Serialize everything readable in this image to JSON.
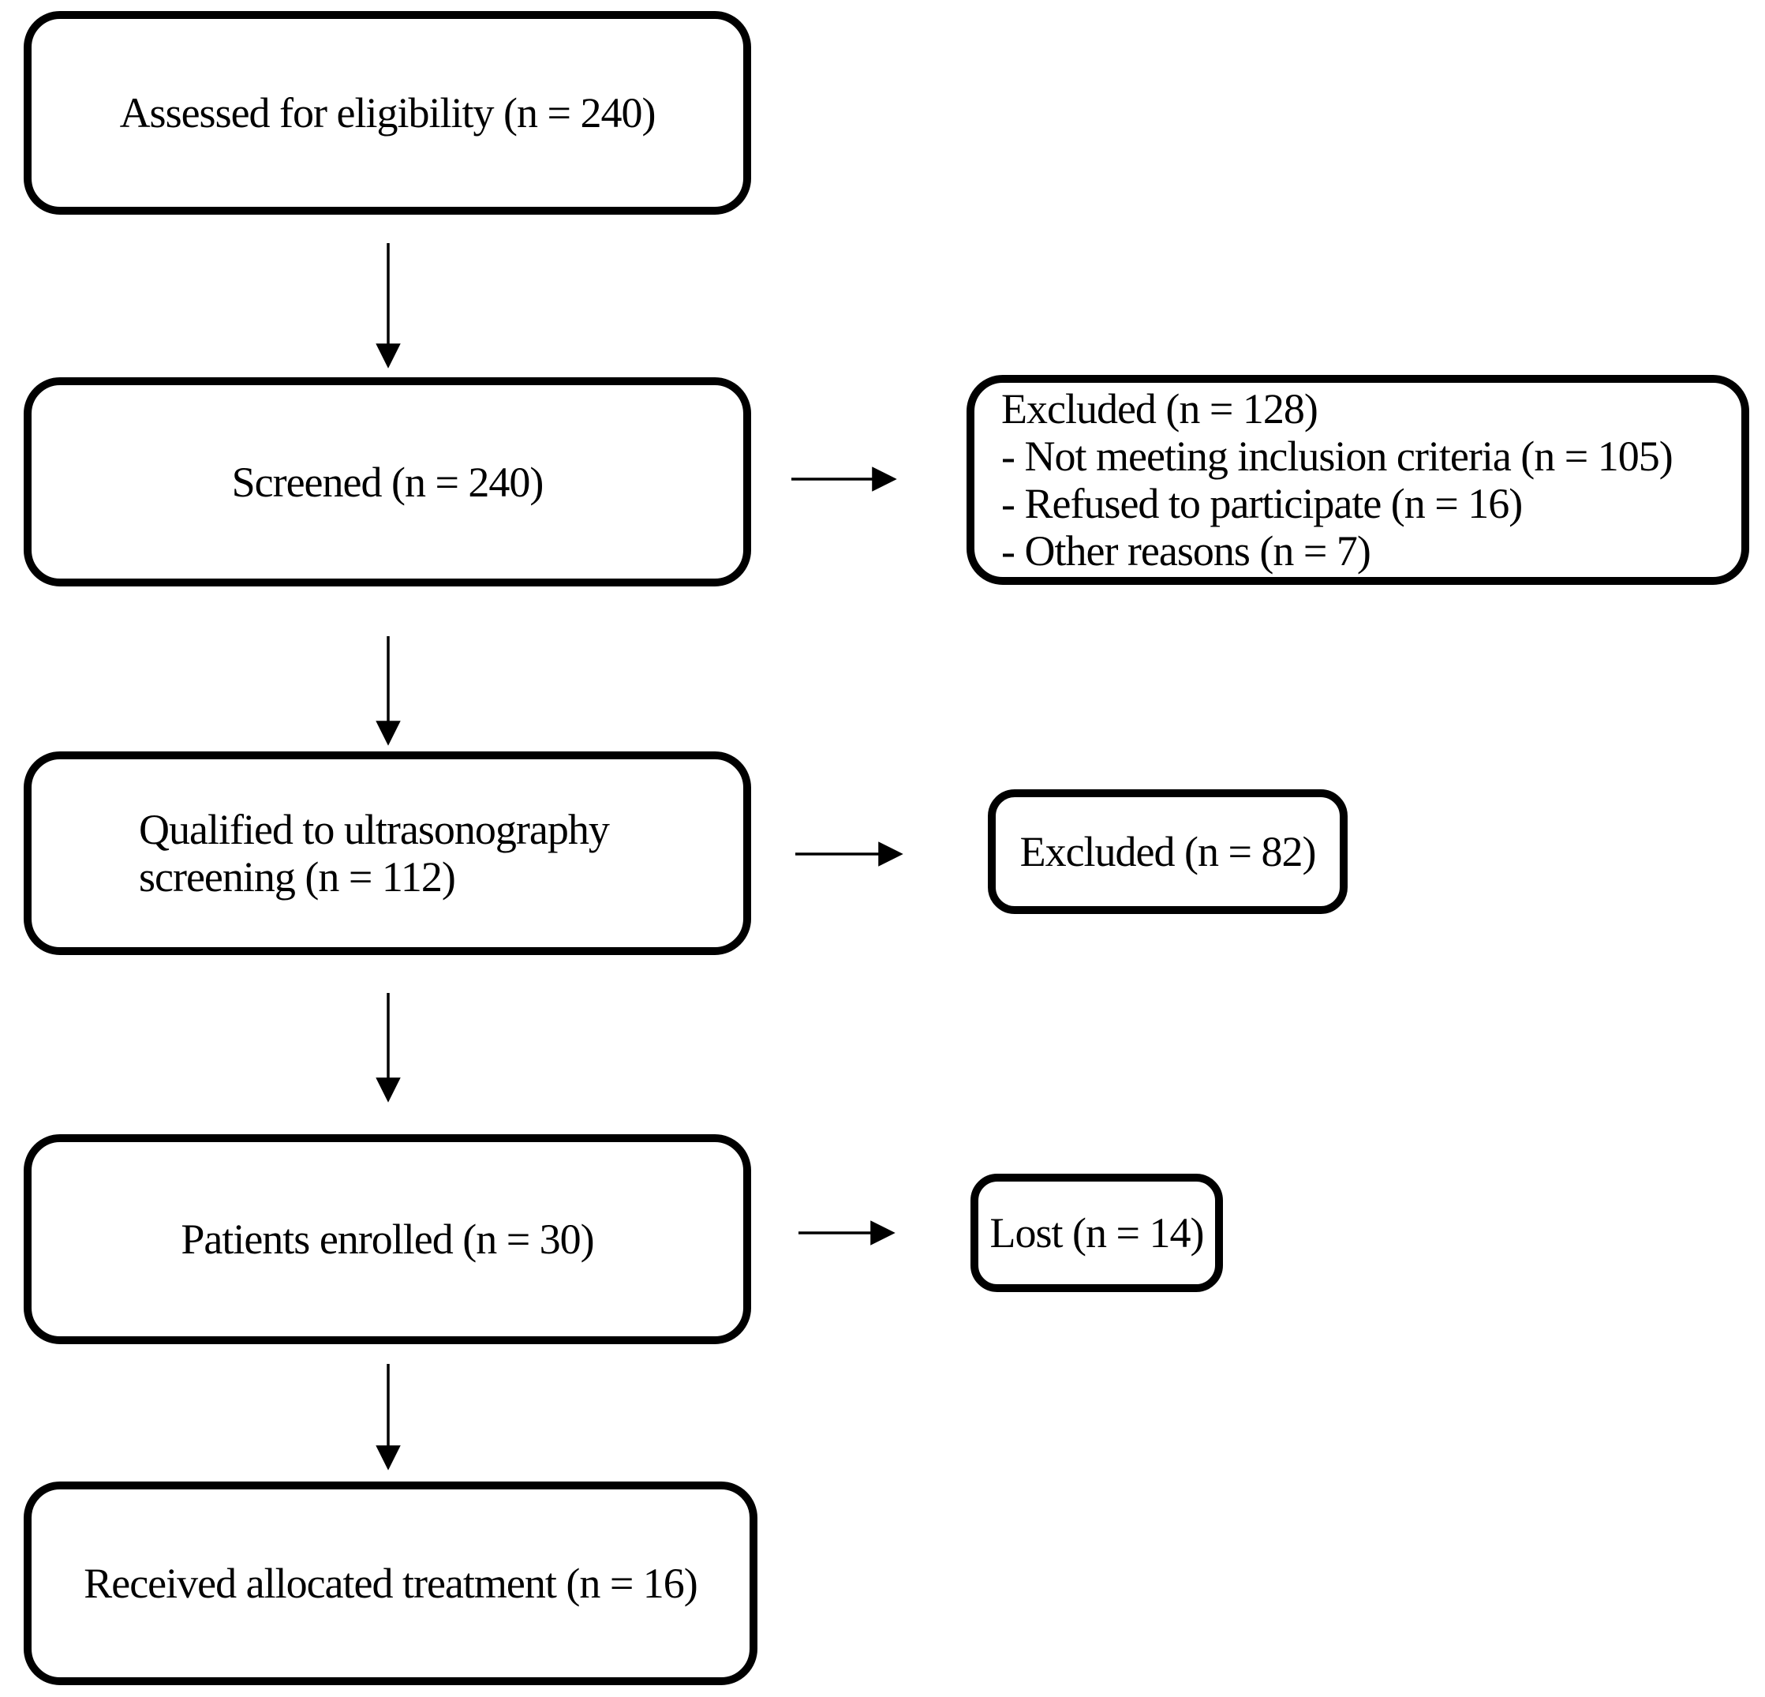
{
  "colors": {
    "ink": "#000000",
    "background": "#ffffff"
  },
  "flow": {
    "assessed": {
      "label": "Assessed for eligibility (n = 240)"
    },
    "screened": {
      "label": "Screened (n = 240)"
    },
    "excluded_after_screening": {
      "title": "Excluded (n = 128)",
      "reasons": [
        "- Not meeting inclusion criteria (n = 105)",
        "- Refused to participate (n = 16)",
        "- Other reasons (n = 7)"
      ]
    },
    "qualified": {
      "label": "Qualified to ultrasonography\nscreening (n = 112)"
    },
    "excluded_after_ultrasonography": {
      "label": "Excluded (n = 82)"
    },
    "enrolled": {
      "label": "Patients enrolled (n = 30)"
    },
    "lost": {
      "label": "Lost (n = 14)"
    },
    "received": {
      "label": "Received allocated treatment (n = 16)"
    }
  }
}
